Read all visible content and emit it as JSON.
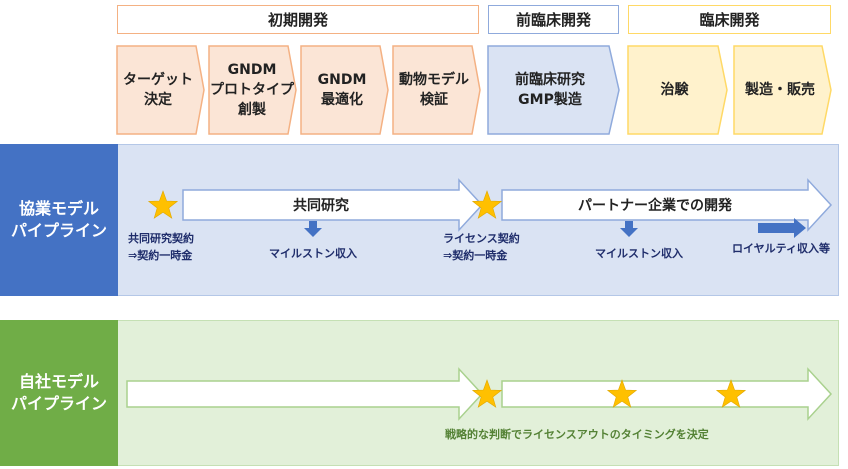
{
  "phases": {
    "early": "初期開発",
    "preclinical": "前臨床開発",
    "clinical": "臨床開発"
  },
  "steps": [
    "ターゲット\n決定",
    "GNDM\nプロトタイプ\n創製",
    "GNDM\n最適化",
    "動物モデル\n検証",
    "前臨床研究\nGMP製造",
    "治験",
    "製造・販売"
  ],
  "collab": {
    "label": "協業モデル\nパイプライン",
    "arrow1": "共同研究",
    "arrow2": "パートナー企業での開発",
    "note_contract1": "共同研究契約\n⇒契約一時金",
    "note_milestone1": "マイルストン収入",
    "note_contract2": "ライセンス契約\n⇒契約一時金",
    "note_milestone2": "マイルストン収入",
    "note_royalty": "ロイヤルティ収入等"
  },
  "inhouse": {
    "label": "自社モデル\nパイプライン",
    "note": "戦略的な判断でライセンスアウトのタイミングを決定"
  },
  "colors": {
    "orange_fill": "#fbe5d6",
    "orange_border": "#f4b183",
    "blue_fill": "#dae3f3",
    "blue_border": "#8faadc",
    "yellow_fill": "#fff2cc",
    "yellow_border": "#ffd966",
    "collab_band": "#4472c4",
    "collab_bg": "#dae3f3",
    "inhouse_band": "#70ad47",
    "inhouse_bg": "#e2f0d9",
    "star": "#ffc000",
    "inhouse_note": "#548235"
  }
}
